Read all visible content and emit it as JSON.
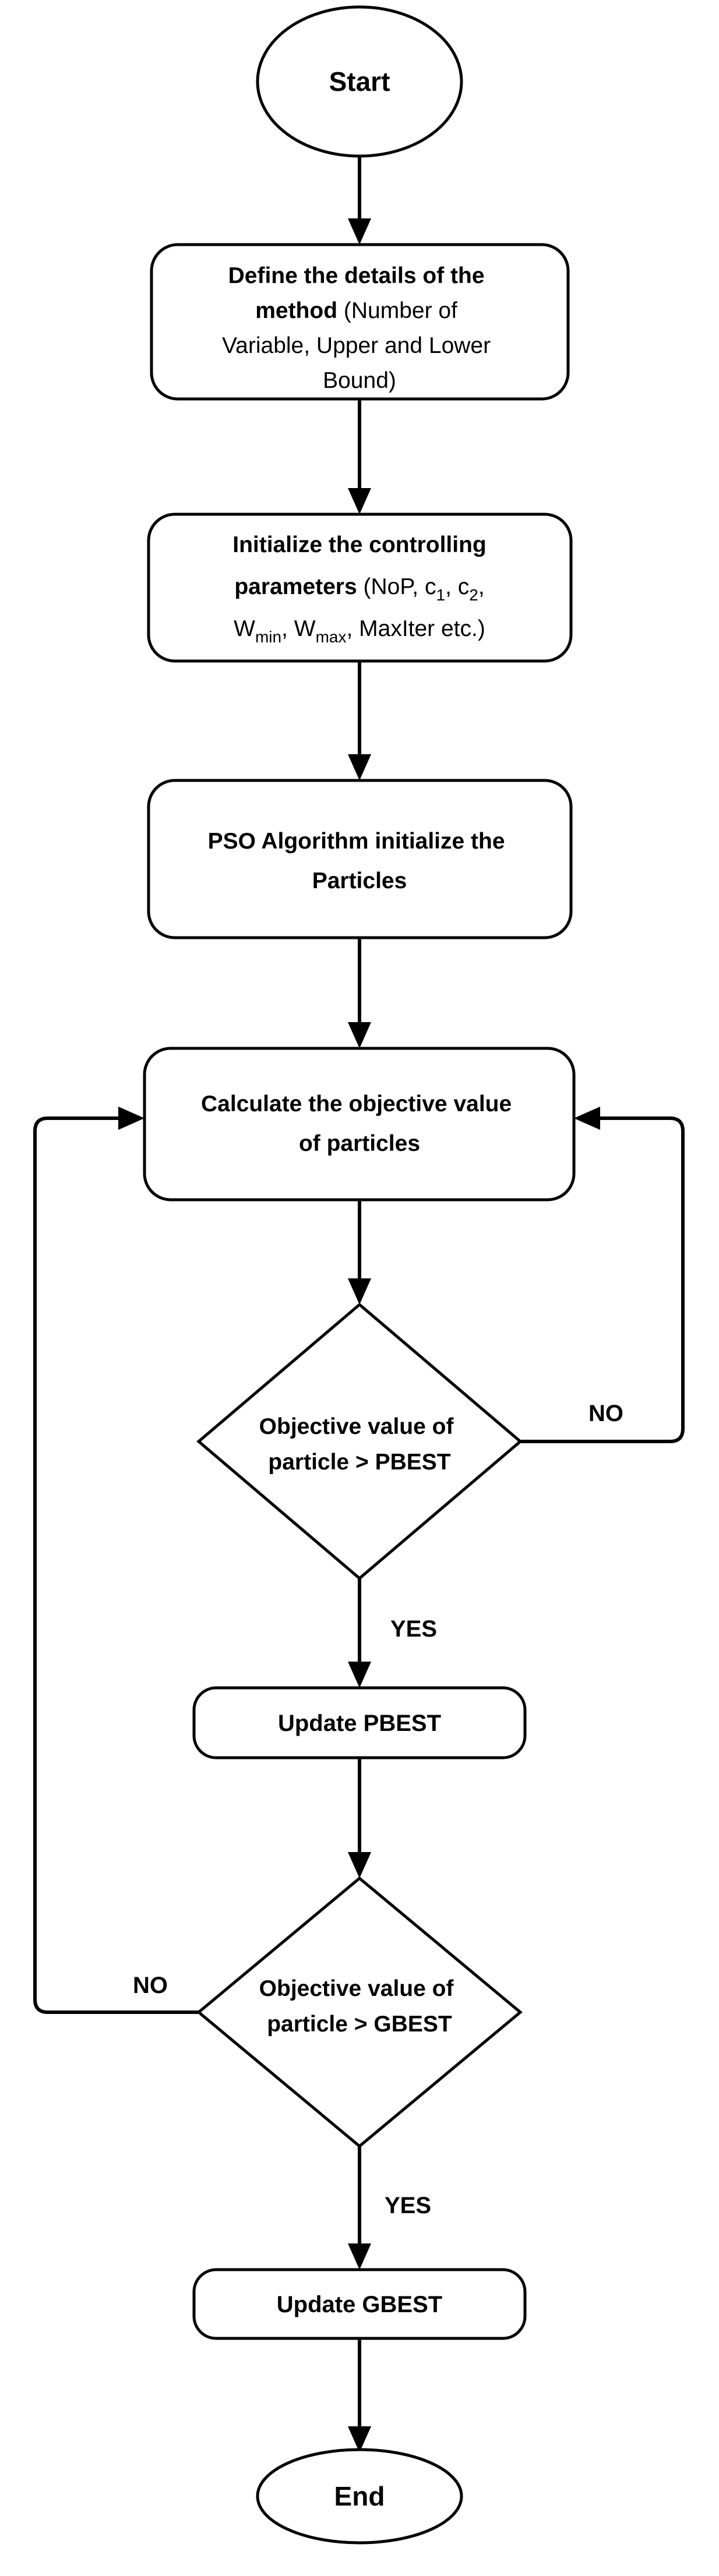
{
  "flowchart": {
    "start": "Start",
    "define": {
      "line1": "Define the details of the",
      "line2_bold": "method",
      "line2_rest": " (Number of",
      "line3": "Variable, Upper and Lower",
      "line4": "Bound)"
    },
    "init_params": {
      "line1": "Initialize the controlling",
      "line2_bold": "parameters",
      "line2_rest": " (NoP, c",
      "c1_sub": "1",
      "c_sep": ", c",
      "c2_sub": "2",
      "c_end": ",",
      "w_min_base": "W",
      "w_min_sub": "min",
      "w_sep": ", W",
      "w_max_sub": "max",
      "w_end": ", MaxIter etc.)"
    },
    "pso_init": {
      "line1": "PSO Algorithm initialize the",
      "line2": "Particles"
    },
    "calc": {
      "line1": "Calculate the objective value",
      "line2": "of particles"
    },
    "decision_pbest": {
      "line1": "Objective value of",
      "line2": "particle > PBEST"
    },
    "update_pbest": "Update PBEST",
    "decision_gbest": {
      "line1": "Objective value of",
      "line2": "particle > GBEST"
    },
    "update_gbest": "Update GBEST",
    "end": "End",
    "labels": {
      "no_pbest": "NO",
      "yes_pbest": "YES",
      "no_gbest": "NO",
      "yes_gbest": "YES"
    }
  }
}
